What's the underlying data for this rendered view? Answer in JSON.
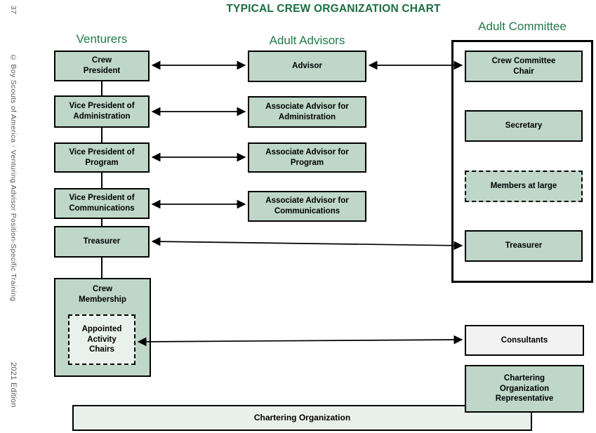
{
  "slide": {
    "title": "TYPICAL CREW ORGANIZATION CHART",
    "page_number": "37",
    "copyright": "© Boy Scouts of America - Venturing Advisor Position-Specific Training",
    "edition": "2021 Edition"
  },
  "headers": {
    "venturers": "Venturers",
    "adult_advisors": "Adult Advisors",
    "adult_committee": "Adult Committee"
  },
  "venturers": {
    "crew_president": "Crew\nPresident",
    "vp_administration": "Vice President of\nAdministration",
    "vp_program": "Vice President of\nProgram",
    "vp_communications": "Vice President of\nCommunications",
    "treasurer": "Treasurer",
    "crew_membership": "Crew\nMembership",
    "appointed_activity_chairs": "Appointed\nActivity\nChairs"
  },
  "advisors": {
    "advisor": "Advisor",
    "associate_administration": "Associate Advisor for\nAdministration",
    "associate_program": "Associate Advisor for\nProgram",
    "associate_communications": "Associate Advisor for\nCommunications"
  },
  "committee": {
    "crew_committee_chair": "Crew Committee\nChair",
    "secretary": "Secretary",
    "members_at_large": "Members at large",
    "treasurer": "Treasurer"
  },
  "other": {
    "consultants": "Consultants",
    "chartering_org_representative": "Chartering\nOrganization\nRepresentative",
    "chartering_organization": "Chartering Organization"
  },
  "colors": {
    "title_green": "#1a6e42",
    "header_green": "#217a4a",
    "box_fill_green": "#bed7c8",
    "box_fill_light": "#e9f1ec",
    "bar_fill": "#e9f0eb",
    "consultants_fill": "#f2f2f2",
    "border_black": "#000000",
    "margin_text_gray": "#595959"
  }
}
